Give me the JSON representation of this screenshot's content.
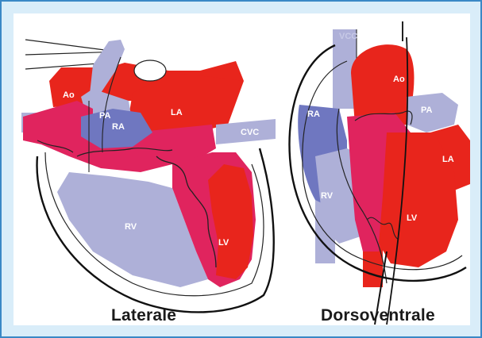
{
  "colors": {
    "frame_border": "#3a88c6",
    "frame_bg": "#d9edf9",
    "red": "#e8251c",
    "magenta": "#e0245e",
    "lavender": "#aeb0d8",
    "blue": "#6f77c0",
    "outline": "#111111"
  },
  "figures": {
    "lateral": {
      "caption": "Laterale",
      "labels": {
        "ao": "Ao",
        "pa": "PA",
        "la": "LA",
        "ra": "RA",
        "cvc": "CVC",
        "rv": "RV",
        "lv": "LV"
      }
    },
    "dorsoventral": {
      "caption": "Dorsoventrale",
      "labels": {
        "vcc": "VCC",
        "ao": "Ao",
        "ra": "RA",
        "pa": "PA",
        "la": "LA",
        "rv": "RV",
        "lv": "LV"
      }
    }
  }
}
